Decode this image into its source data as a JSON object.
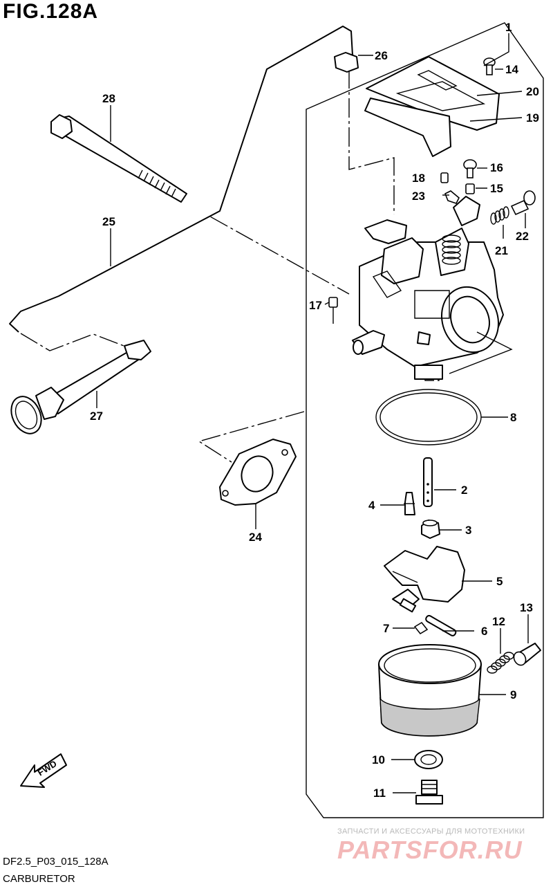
{
  "figure": {
    "title": "FIG.128A",
    "code": "DF2.5_P03_015_128A",
    "name": "CARBURETOR"
  },
  "fwd_label": "FWD",
  "watermark": {
    "line1": "ЗАПЧАСТИ И АКСЕССУАРЫ ДЛЯ МОТОТЕХНИКИ",
    "line2": "PARTSFOR.RU"
  },
  "callouts": {
    "p1": "1",
    "p2": "2",
    "p3": "3",
    "p4": "4",
    "p5": "5",
    "p6": "6",
    "p7": "7",
    "p8": "8",
    "p9": "9",
    "p10": "10",
    "p11": "11",
    "p12": "12",
    "p13": "13",
    "p14": "14",
    "p15": "15",
    "p16": "16",
    "p17": "17",
    "p18": "18",
    "p19": "19",
    "p20": "20",
    "p21": "21",
    "p22": "22",
    "p23": "23",
    "p24": "24",
    "p25": "25",
    "p26": "26",
    "p27": "27",
    "p28": "28"
  }
}
